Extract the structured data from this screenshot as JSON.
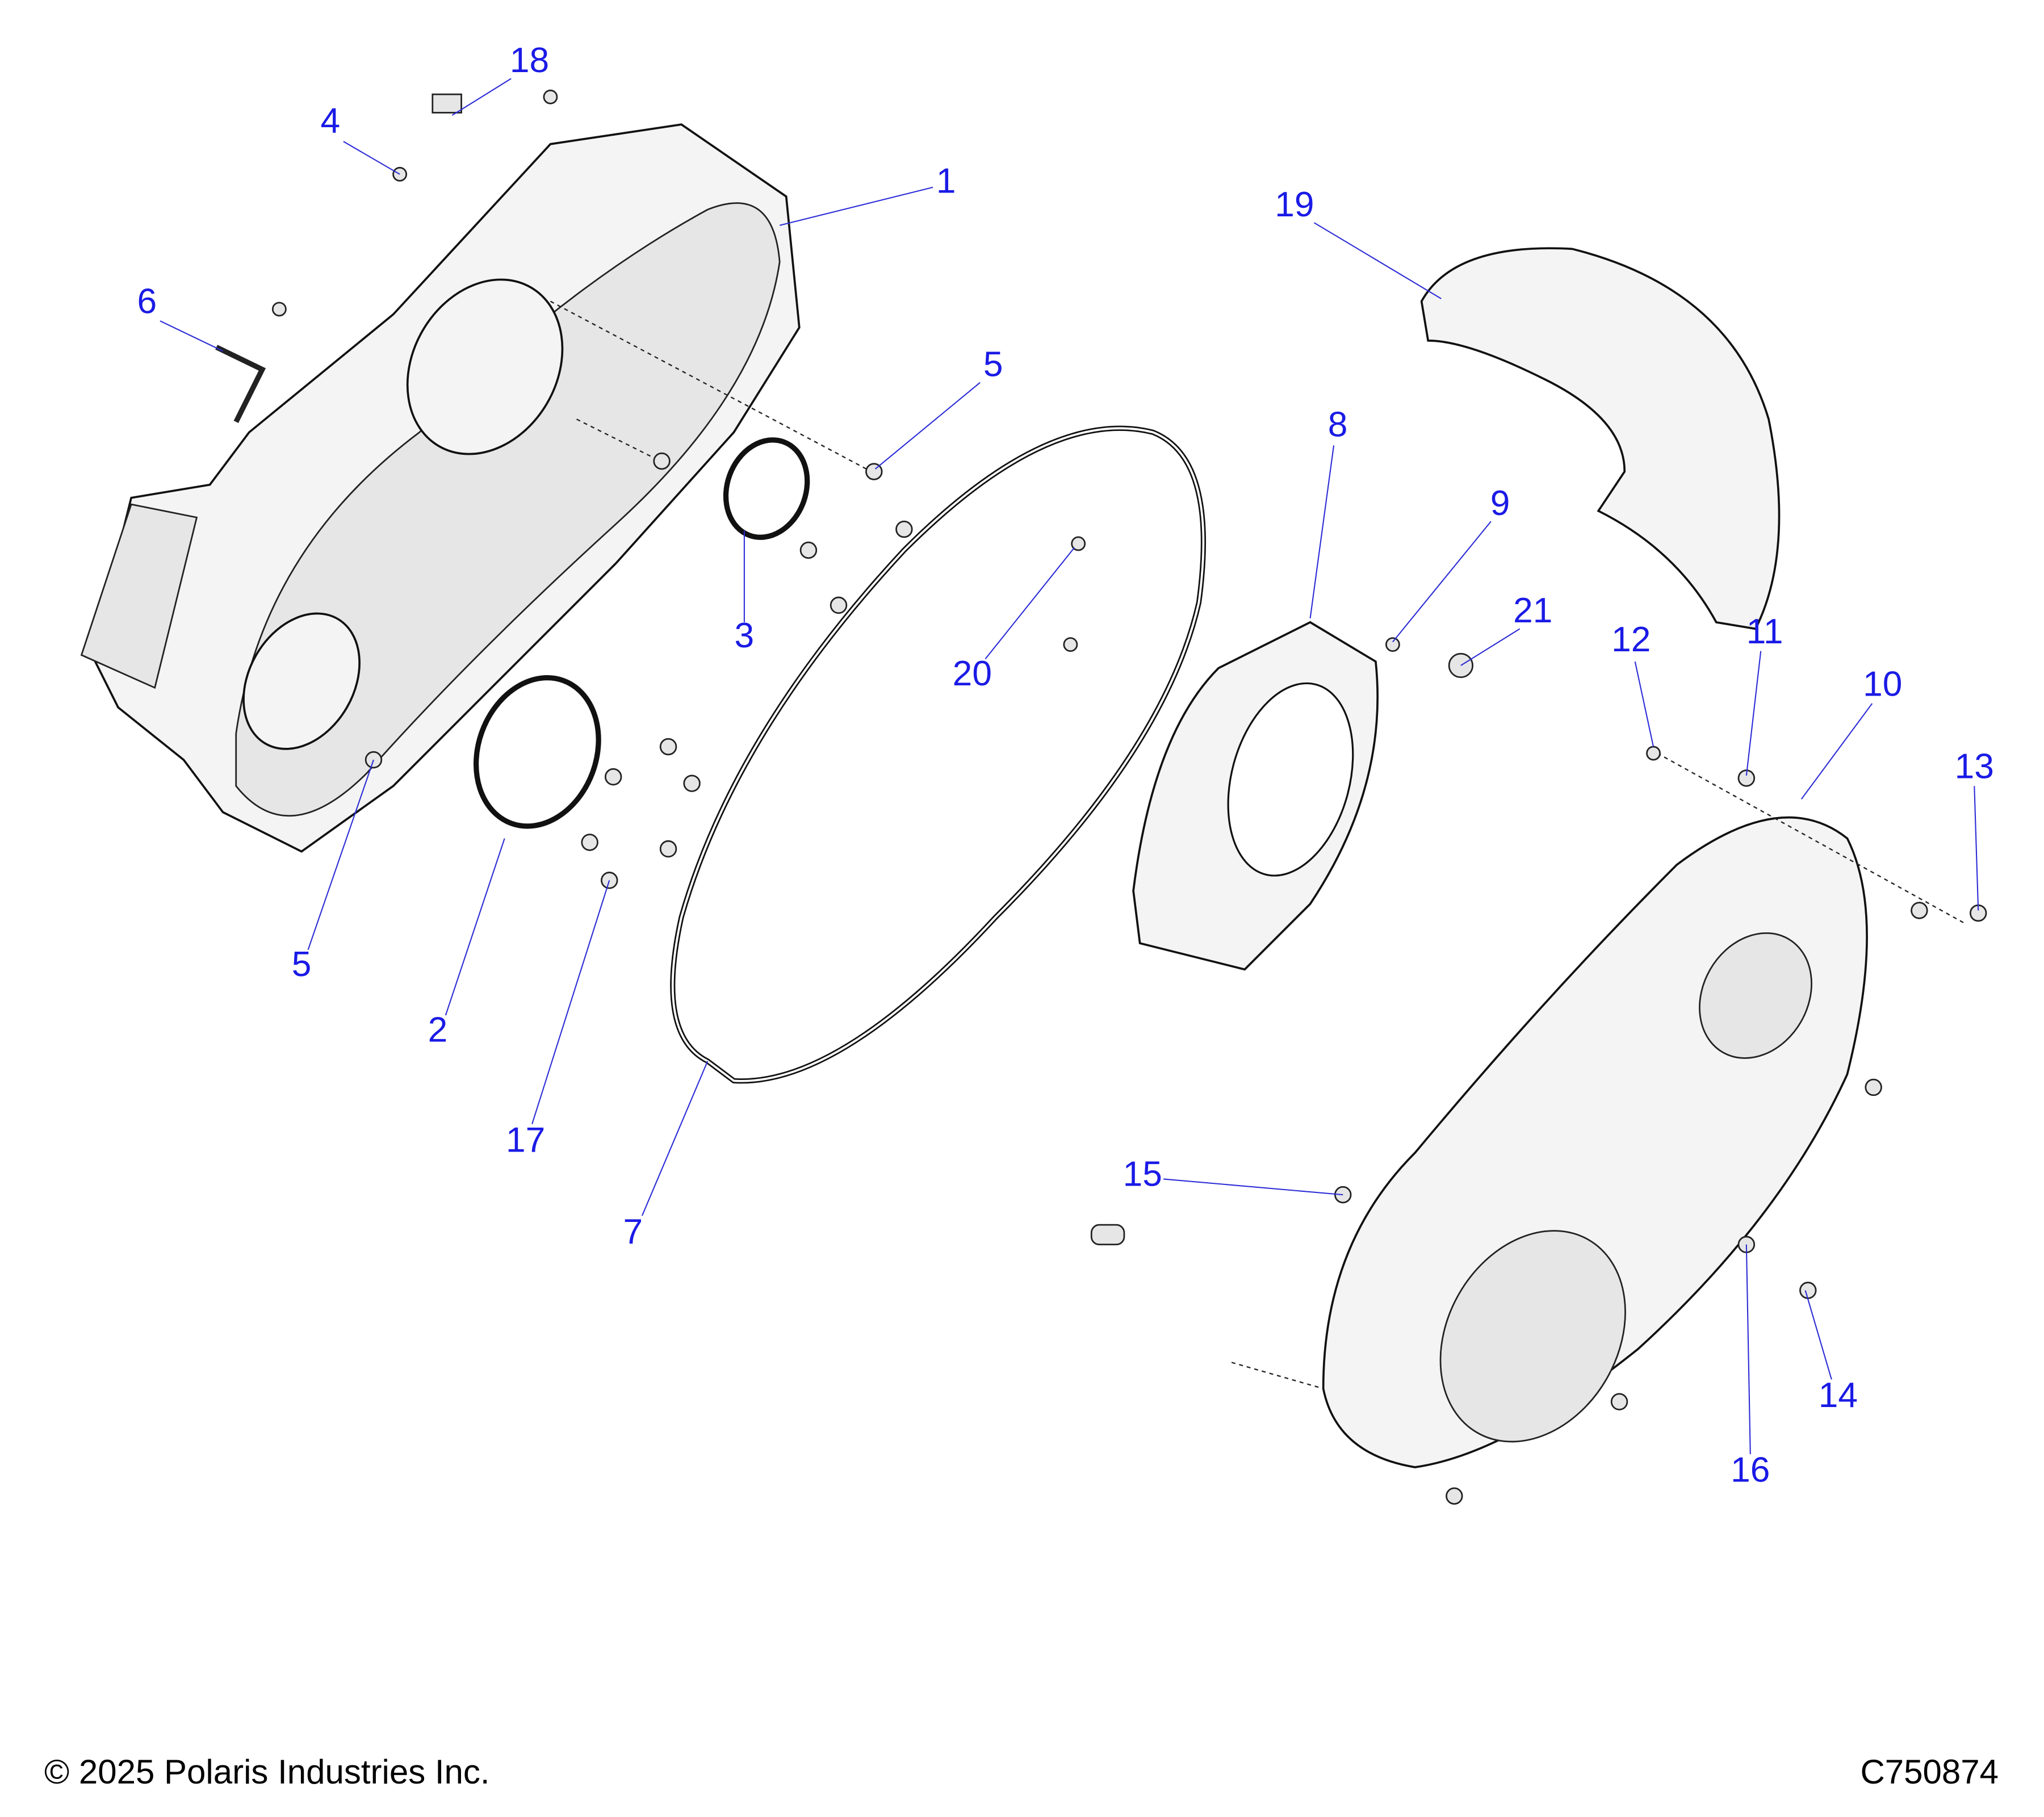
{
  "callouts": [
    "18",
    "4",
    "1",
    "6",
    "19",
    "5",
    "8",
    "9",
    "21",
    "3",
    "20",
    "12",
    "11",
    "10",
    "13",
    "5",
    "2",
    "17",
    "7",
    "15",
    "14",
    "16"
  ],
  "footer": {
    "copyright": "© 2025 Polaris Industries Inc.",
    "drawing_number": "C750874"
  },
  "colors": {
    "callout": "#1a1ae6",
    "leader": "#2b2bd6",
    "line_art": "#111111"
  }
}
